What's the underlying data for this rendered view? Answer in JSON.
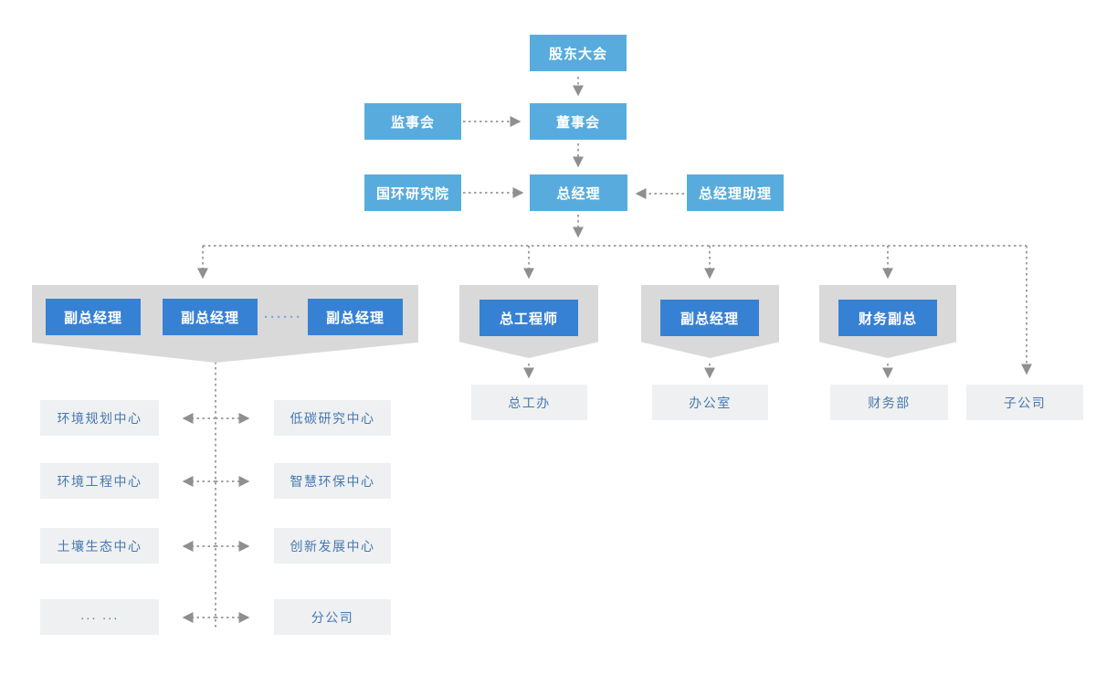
{
  "org_chart": {
    "nodes": {
      "shareholders_meeting": "股东大会",
      "supervisory_board": "监事会",
      "board_of_directors": "董事会",
      "guohuan_research_institute": "国环研究院",
      "general_manager": "总经理",
      "gm_assistant": "总经理助理",
      "deputy_gm_1": "副总经理",
      "deputy_gm_2": "副总经理",
      "deputy_gm_more": "······",
      "deputy_gm_3": "副总经理",
      "chief_engineer": "总工程师",
      "deputy_gm_admin": "副总经理",
      "finance_vp": "财务副总",
      "chief_engineer_office": "总工办",
      "general_office": "办公室",
      "finance_dept": "财务部",
      "subsidiary": "子公司",
      "dept_left": [
        "环境规划中心",
        "环境工程中心",
        "土壤生态中心",
        "··· ···"
      ],
      "dept_right": [
        "低碳研究中心",
        "智慧环保中心",
        "创新发展中心",
        "分公司"
      ]
    },
    "colors": {
      "light_blue": "#58acdd",
      "blue": "#3781d4",
      "pennant_gray": "#d9d9d9",
      "box_gray": "#eef0f1",
      "text_blue": "#4678b2",
      "dots_blue": "#7fa9e0",
      "connector_gray": "#a3a3a3",
      "arrow_gray": "#8f8f8f"
    }
  }
}
